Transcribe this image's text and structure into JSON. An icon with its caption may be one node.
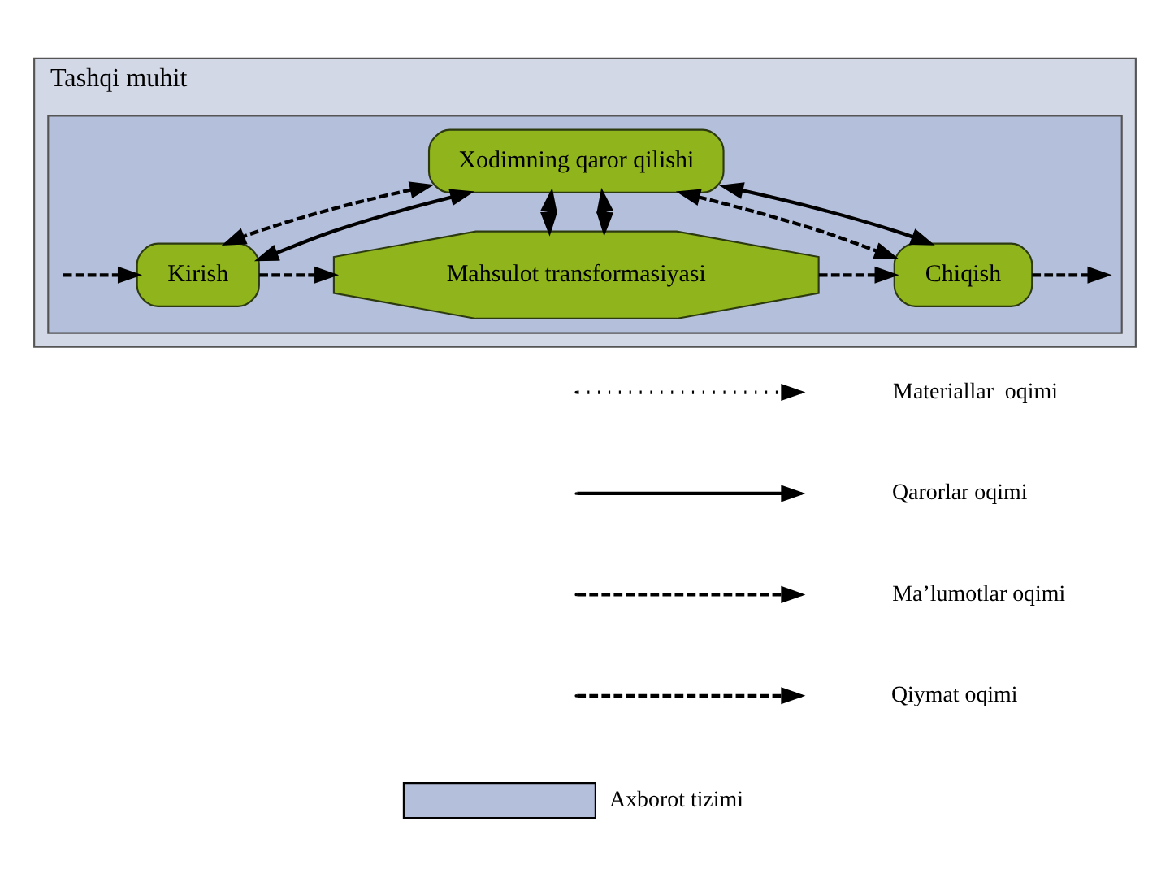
{
  "diagram": {
    "nodes": [
      {
        "text": [
          "Tashqi muhit"
        ]
      },
      {
        "text": [],
        "shape": "box",
        "in": 0
      },
      {
        "text": [
          "Xodimning qaror qilishi"
        ],
        "in": 1
      },
      {
        "text": [
          "Kirish"
        ],
        "in": 1
      },
      {
        "text": [
          "Mahsulot transformasiyasi"
        ],
        "in": 1
      },
      {
        "text": [
          "Chiqish"
        ],
        "in": 1
      }
    ],
    "edges": [
      {
        "from": 2,
        "to": 3,
        "arrow": "both",
        "style": "dashed"
      },
      {
        "from": 2,
        "to": 4,
        "arrow": "both",
        "style": "dashed"
      },
      {
        "from": 2,
        "to": 5,
        "arrow": "both",
        "style": "dashed"
      },
      {
        "from": 2,
        "to": 3,
        "arrow": "both"
      },
      {
        "from": 2,
        "to": 4,
        "arrow": "both"
      },
      {
        "from": 2,
        "to": 5,
        "arrow": "both"
      },
      {
        "from": null,
        "to": 3,
        "arrow": "to",
        "style": "dashed"
      },
      {
        "from": 3,
        "to": 4,
        "arrow": "to",
        "style": "dashed"
      },
      {
        "from": 4,
        "to": 5,
        "arrow": "to",
        "style": "dashed"
      },
      {
        "from": 5,
        "to": null,
        "arrow": "to",
        "style": "dashed"
      }
    ],
    "legend": [
      {
        "text": "Materiallar  oqimi"
      },
      {
        "text": "Qarorlar oqimi"
      },
      {
        "text": "Ma’lumotlar oqimi"
      },
      {
        "text": "Qiymat oqimi"
      },
      {
        "text": "Axborot tizimi",
        "color": "#b4bfdc"
      }
    ]
  }
}
